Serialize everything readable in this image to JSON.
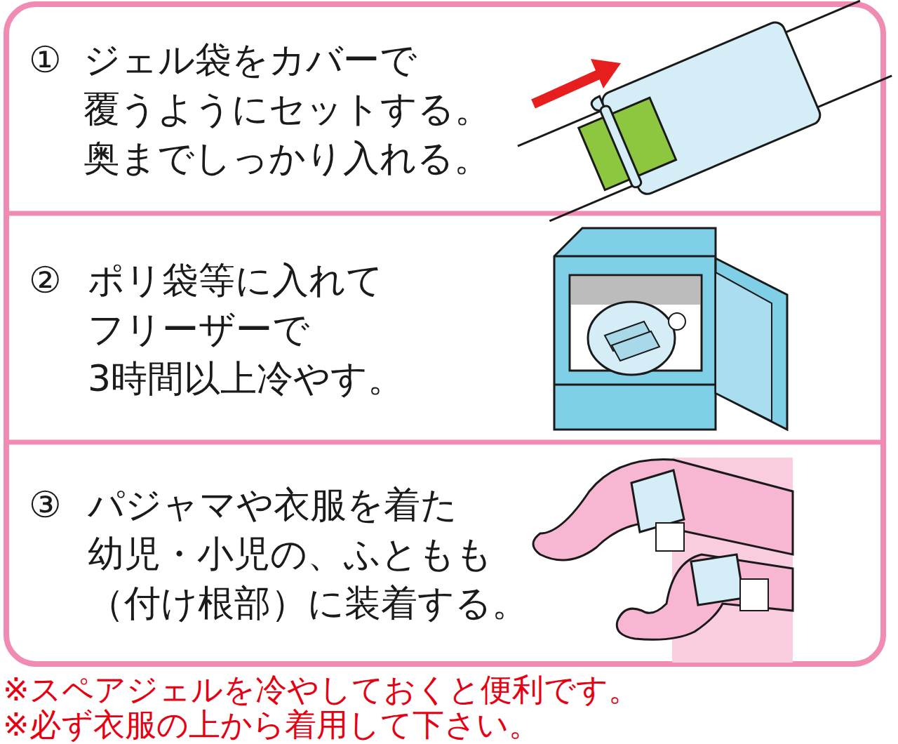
{
  "diagram": {
    "nodes": [
      {
        "text": [
          "①",
          "ジェル袋をカバーで 覆うようにセットする。 奥までしっかり入れる。"
        ]
      },
      {
        "text": [
          "②",
          "ポリ袋等に入れて フリーザーで 3時間以上冷やす。"
        ]
      },
      {
        "text": [
          "③",
          "パジャマや衣服を着た 幼児・小児の、ふともも （付け根部）に装着する。"
        ]
      }
    ],
    "labels": [
      "※スペアジェルを冷やしておくと便利です。",
      "※必ず衣服の上から着用して下さい。"
    ]
  }
}
